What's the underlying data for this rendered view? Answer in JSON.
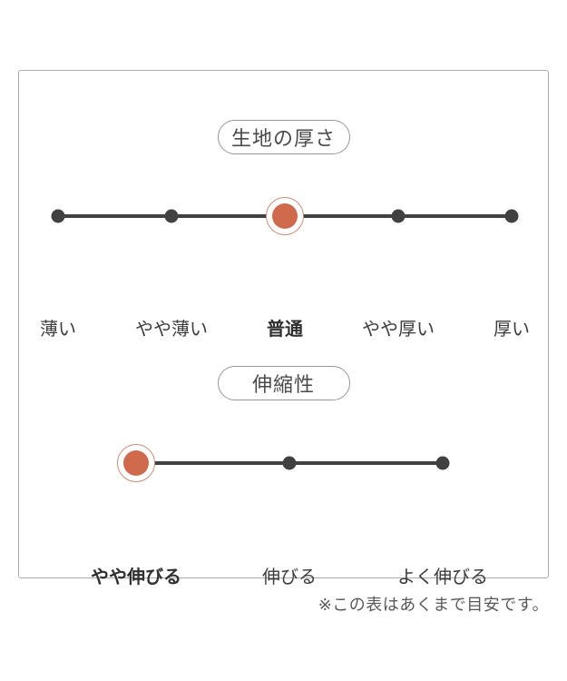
{
  "scales": [
    {
      "title": "生地の厚さ",
      "selected_index": 2,
      "options": [
        {
          "label": "薄い",
          "selected": false
        },
        {
          "label": "やや薄い",
          "selected": false
        },
        {
          "label": "普通",
          "selected": true
        },
        {
          "label": "やや厚い",
          "selected": false
        },
        {
          "label": "厚い",
          "selected": false
        }
      ]
    },
    {
      "title": "伸縮性",
      "selected_index": 0,
      "options": [
        {
          "label": "やや伸びる",
          "selected": true
        },
        {
          "label": "伸びる",
          "selected": false
        },
        {
          "label": "よく伸びる",
          "selected": false
        }
      ]
    }
  ],
  "note": "※この表はあくまで目安です。",
  "colors": {
    "accent": "#d06a4c",
    "accent_ring": "#d08a6e",
    "dark": "#414141",
    "text": "#3c3c3c",
    "frame_border": "#ababab",
    "pill_border": "#979797",
    "note_text": "#595959"
  }
}
